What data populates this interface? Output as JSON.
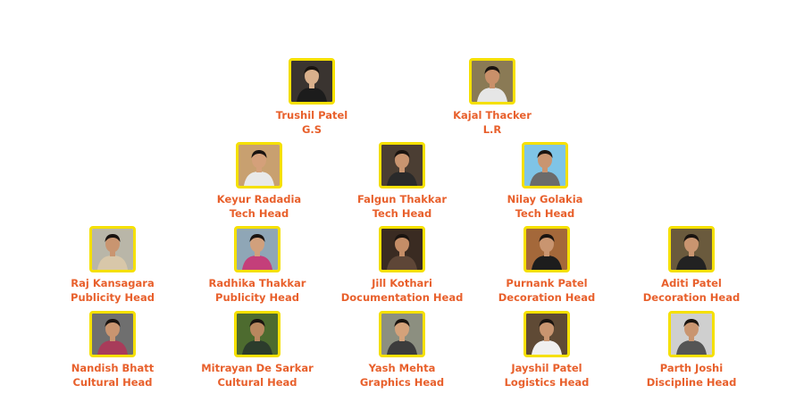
{
  "members": [
    {
      "name": "Trushil Patel",
      "role": "G.S",
      "bg": "#3a3430",
      "shirt": "#1c1c1c",
      "skin": "#d9b08c"
    },
    {
      "name": "Kajal Thacker",
      "role": "L.R",
      "bg": "#8a7a55",
      "shirt": "#e6e6e6",
      "skin": "#c9906a"
    },
    {
      "name": "Keyur Radadia",
      "role": "Tech Head",
      "bg": "#c8a070",
      "shirt": "#e9e9e9",
      "skin": "#d4a07a"
    },
    {
      "name": "Falgun Thakkar",
      "role": "Tech Head",
      "bg": "#4b3e33",
      "shirt": "#2a2a2a",
      "skin": "#c99570"
    },
    {
      "name": "Nilay Golakia",
      "role": "Tech Head",
      "bg": "#7fc4e6",
      "shirt": "#6b6b6b",
      "skin": "#c99570"
    },
    {
      "name": "Raj Kansagara",
      "role": "Publicity Head",
      "bg": "#b9b6a8",
      "shirt": "#d8c7a9",
      "skin": "#c99570"
    },
    {
      "name": "Radhika Thakkar",
      "role": "Publicity Head",
      "bg": "#8fa6b6",
      "shirt": "#c43f7a",
      "skin": "#d1a07c"
    },
    {
      "name": "Jill Kothari",
      "role": "Documentation Head",
      "bg": "#3a2b22",
      "shirt": "#5e4637",
      "skin": "#c48d67"
    },
    {
      "name": "Purnank Patel",
      "role": "Decoration Head",
      "bg": "#a4683a",
      "shirt": "#1d1d1d",
      "skin": "#c99570"
    },
    {
      "name": "Aditi Patel",
      "role": "Decoration Head",
      "bg": "#6a5a3d",
      "shirt": "#222222",
      "skin": "#c99570"
    },
    {
      "name": "Nandish Bhatt",
      "role": "Cultural Head",
      "bg": "#6f6f6f",
      "shirt": "#a83c5a",
      "skin": "#c99570"
    },
    {
      "name": "Mitrayan De Sarkar",
      "role": "Cultural Head",
      "bg": "#4d6b2f",
      "shirt": "#2c3c2c",
      "skin": "#b9875f"
    },
    {
      "name": "Yash Mehta",
      "role": "Graphics Head",
      "bg": "#8c8f80",
      "shirt": "#3c3c3c",
      "skin": "#d4a27a"
    },
    {
      "name": "Jayshil Patel",
      "role": "Logistics Head",
      "bg": "#5f4a35",
      "shirt": "#f0f0f0",
      "skin": "#c99570"
    },
    {
      "name": "Parth Joshi",
      "role": "Discipline Head",
      "bg": "#cfcfcf",
      "shirt": "#555555",
      "skin": "#c99570"
    }
  ],
  "colors": {
    "text": "#e8602c",
    "frame": "#f5e000"
  },
  "icons": {
    "photo": "person-portrait-icon"
  }
}
